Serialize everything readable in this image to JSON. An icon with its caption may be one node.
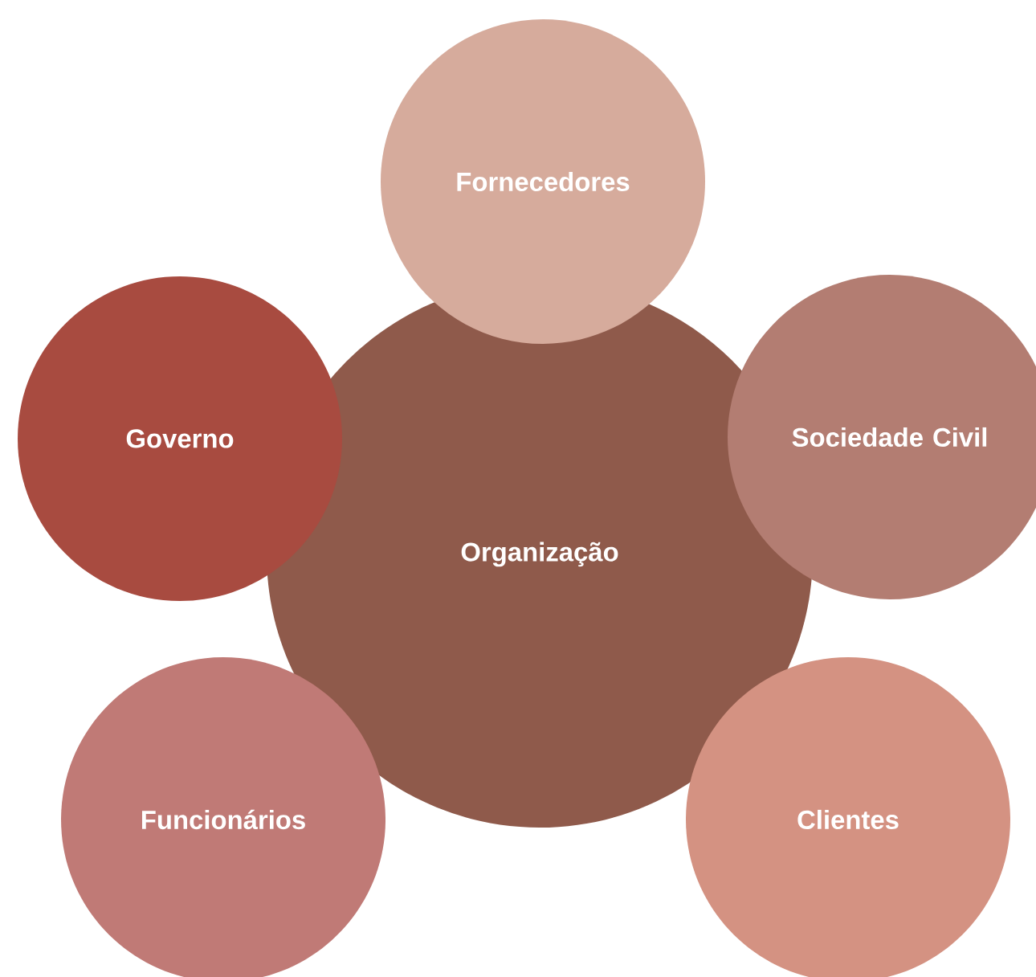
{
  "diagram": {
    "nodes": [
      {
        "text": [
          "Fornecedores"
        ]
      },
      {
        "text": [
          "Governo"
        ]
      },
      {
        "text": [
          "Sociedade Civil"
        ]
      },
      {
        "text": [
          "Organização"
        ]
      },
      {
        "text": [
          "Funcionários"
        ]
      },
      {
        "text": [
          "Clientes"
        ]
      }
    ]
  }
}
